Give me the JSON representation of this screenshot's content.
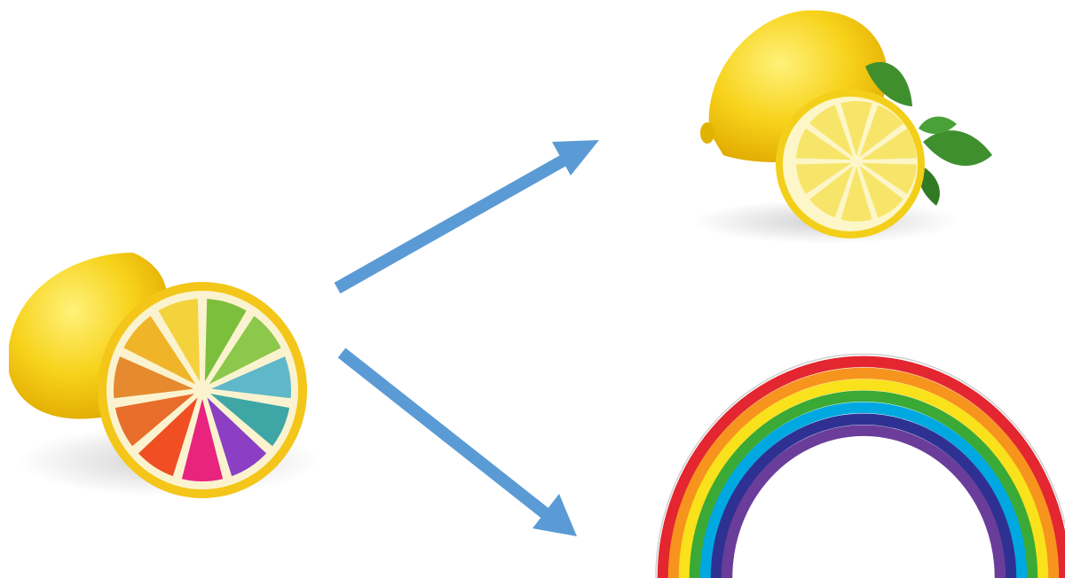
{
  "diagram": {
    "source": {
      "icon": "rainbow-lemon-icon"
    },
    "targets": [
      {
        "icon": "lemon-icon"
      },
      {
        "icon": "rainbow-icon"
      }
    ],
    "arrows": [
      {
        "from": "rainbow-lemon",
        "to": "lemon"
      },
      {
        "from": "rainbow-lemon",
        "to": "rainbow"
      }
    ]
  },
  "colors": {
    "background": "#ffffff",
    "arrow": "#5b9bd5",
    "lemon_peel": "#f5c518",
    "lemon_flesh": "#f7e56a",
    "leaf": "#3f8f2e",
    "rainbow_bands": [
      "#e3262f",
      "#f7941d",
      "#f9e11b",
      "#3aa935",
      "#00a8e1",
      "#2e3192",
      "#6a3d9a"
    ],
    "segments": [
      "#7cbf3c",
      "#8cc84b",
      "#5fb8c9",
      "#3fa6a6",
      "#8b3fc2",
      "#e8247f",
      "#f04e23",
      "#e86d2a",
      "#e58a2e",
      "#f0b429",
      "#f4d23c"
    ]
  }
}
